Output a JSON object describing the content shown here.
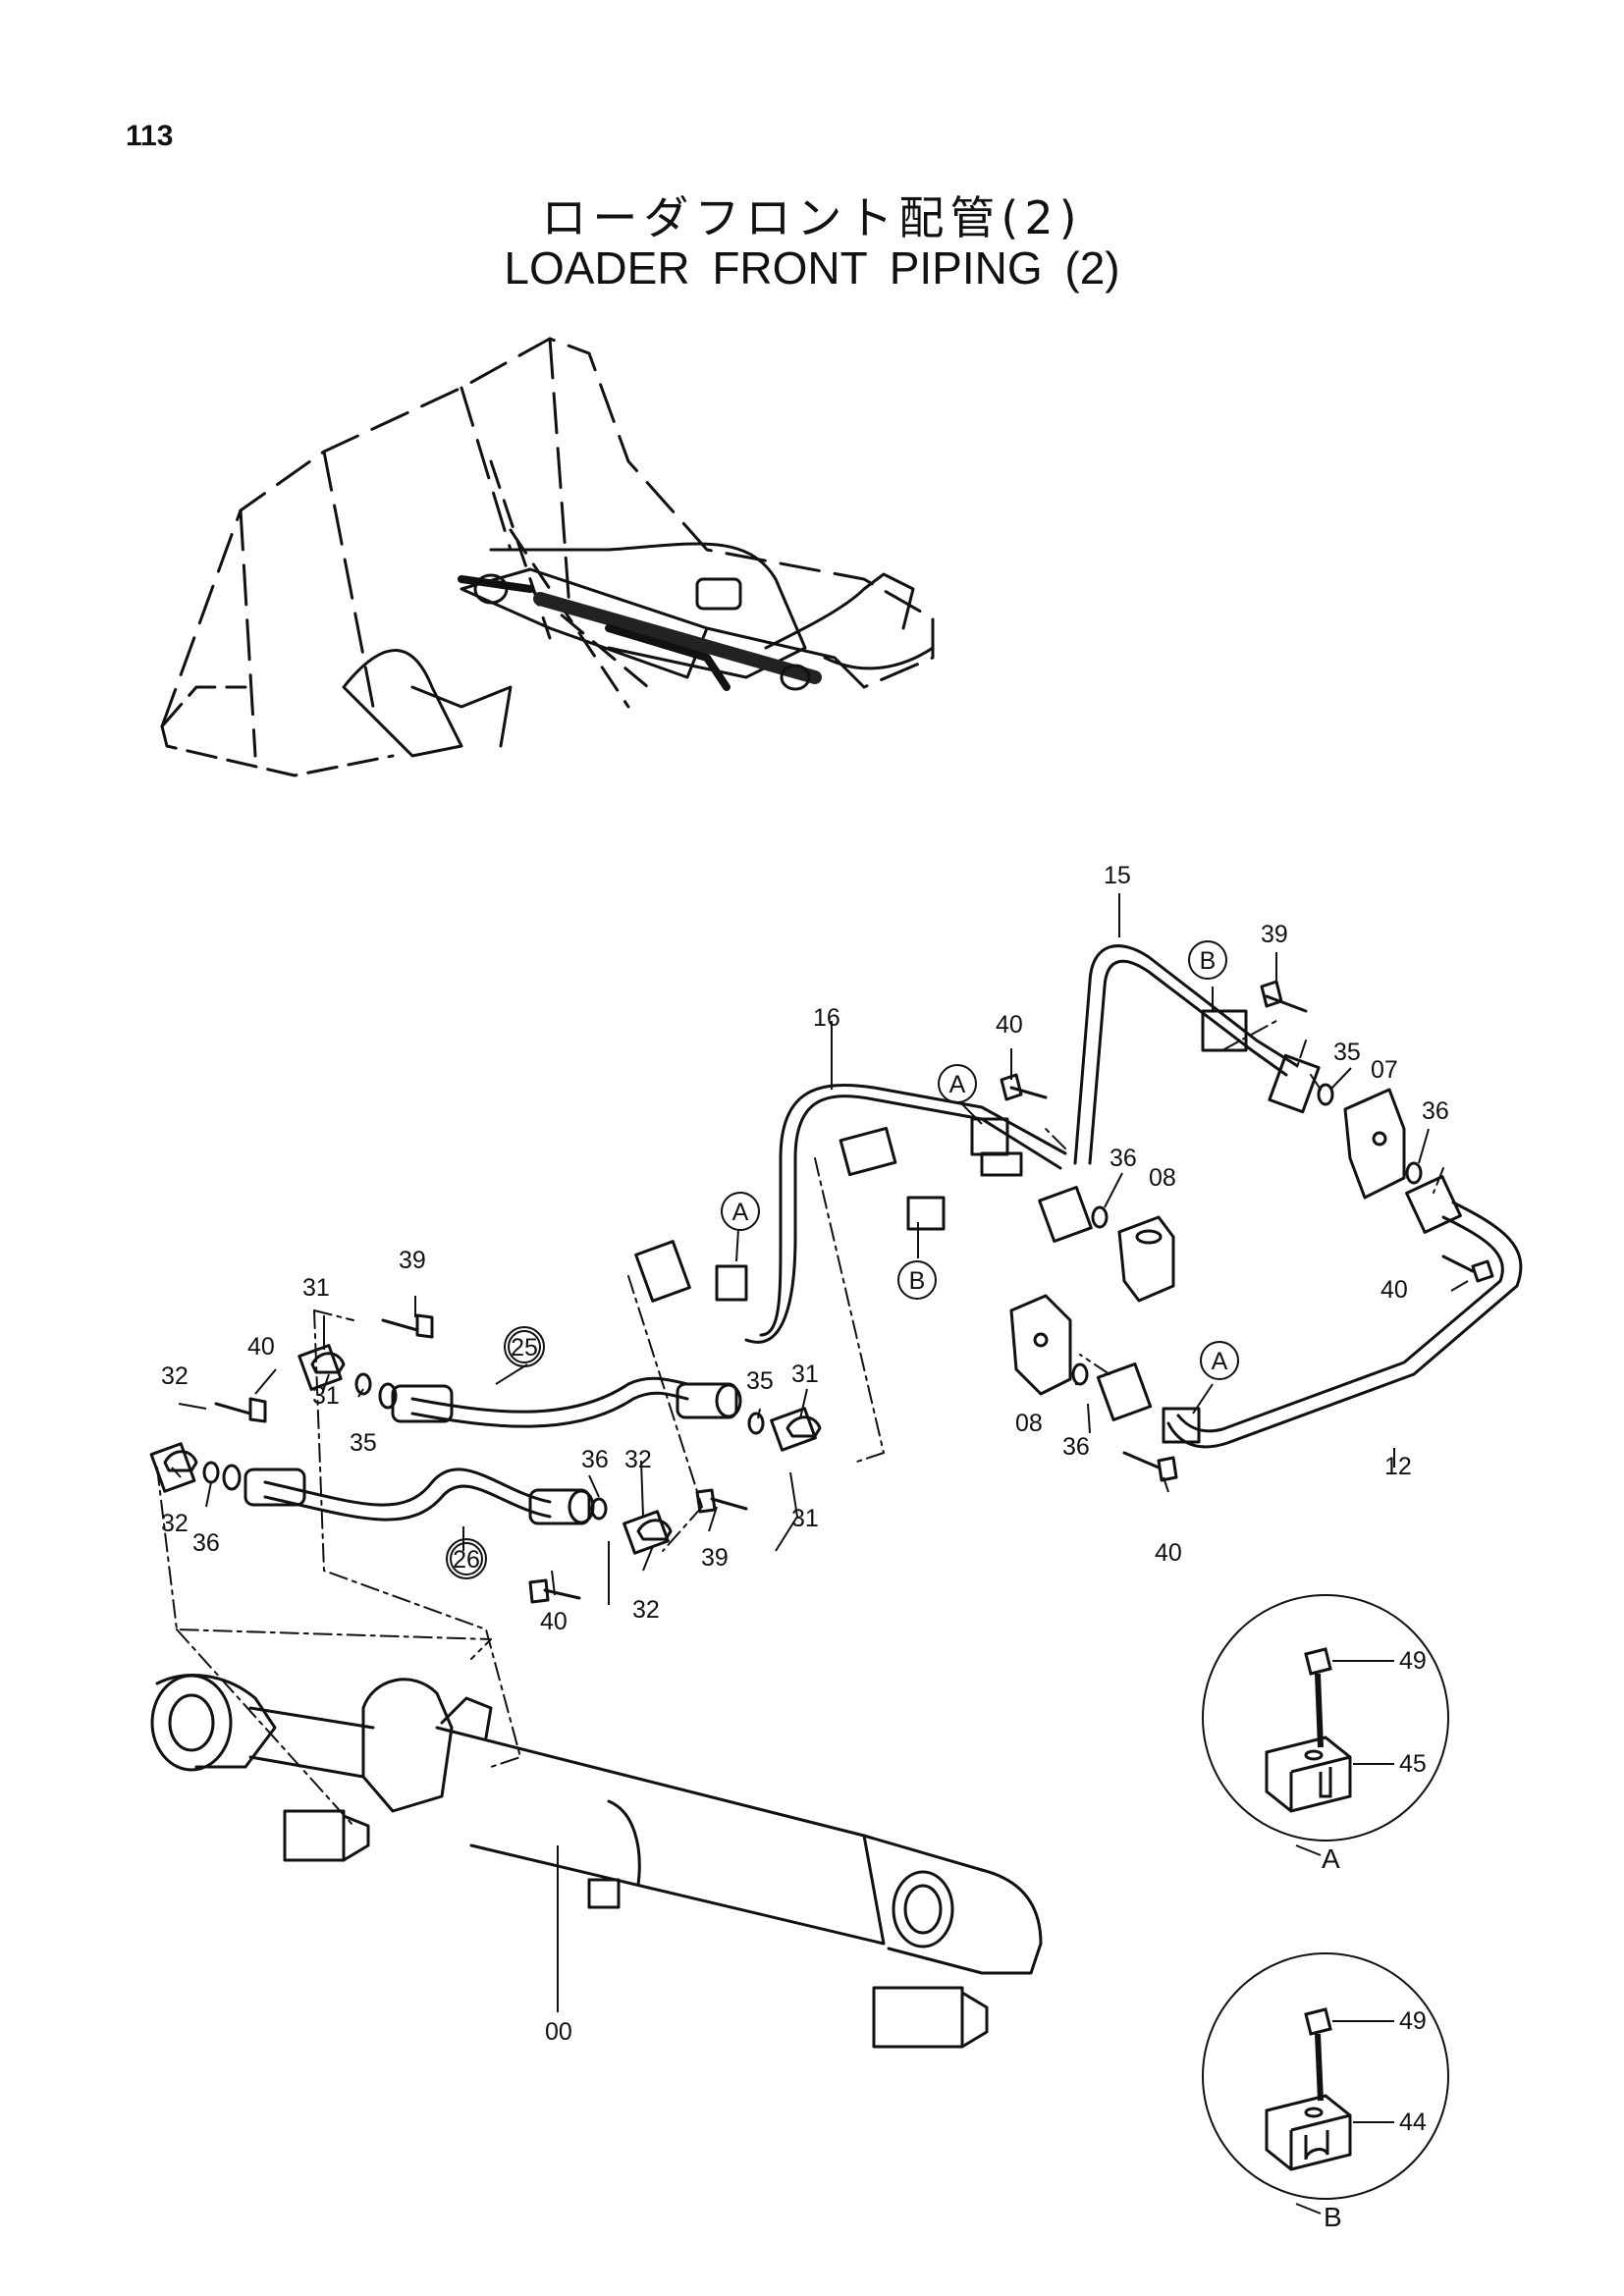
{
  "page_number": "113",
  "title_jp": "ローダフロント配管(2)",
  "title_en": "LOADER   FRONT   PIPING (2)",
  "callouts": {
    "c15": "15",
    "c39a": "39",
    "cB1": "B",
    "c16": "16",
    "c40a": "40",
    "c35a": "35",
    "c07": "07",
    "cA1": "A",
    "c36a": "36",
    "c36b": "36",
    "c08a": "08",
    "cA2": "A",
    "cB2": "B",
    "c40b": "40",
    "c39b": "39",
    "c31a": "31",
    "c25": "25",
    "c40c": "40",
    "c32a": "32",
    "c31b": "31",
    "c35b": "35",
    "c35c": "35",
    "c31c": "31",
    "c08b": "08",
    "cA3": "A",
    "c36c": "36",
    "c12": "12",
    "c40d": "40",
    "c32b": "32",
    "c36d": "36",
    "c36e": "36",
    "c32c": "32",
    "c26": "26",
    "c39c": "39",
    "c31d": "31",
    "c32d": "32",
    "c40e": "40",
    "c00": "00"
  },
  "detail_a": {
    "label": "A",
    "bolt": "49",
    "clamp": "45"
  },
  "detail_b": {
    "label": "B",
    "bolt": "49",
    "clamp": "44"
  }
}
